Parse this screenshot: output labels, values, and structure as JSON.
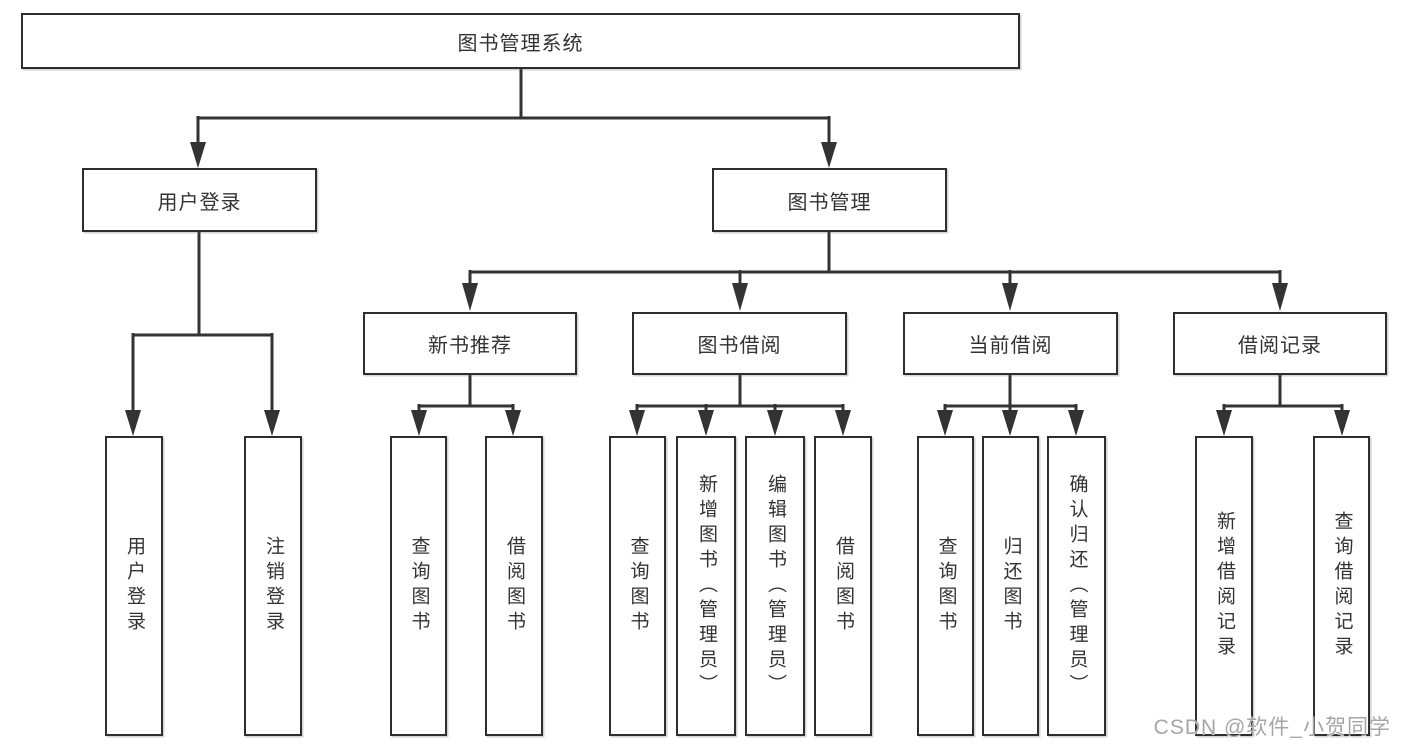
{
  "diagram": {
    "type": "hierarchy-tree",
    "tree": {
      "root": {
        "label": "图书管理系统"
      },
      "children": [
        {
          "label": "用户登录",
          "children": [
            {
              "label": "用户登录"
            },
            {
              "label": "注销登录"
            }
          ]
        },
        {
          "label": "图书管理",
          "children": [
            {
              "label": "新书推荐",
              "children": [
                {
                  "label": "查询图书"
                },
                {
                  "label": "借阅图书"
                }
              ]
            },
            {
              "label": "图书借阅",
              "children": [
                {
                  "label": "查询图书"
                },
                {
                  "label": "新增图书（管理员）"
                },
                {
                  "label": "编辑图书（管理员）"
                },
                {
                  "label": "借阅图书"
                }
              ]
            },
            {
              "label": "当前借阅",
              "children": [
                {
                  "label": "查询图书"
                },
                {
                  "label": "归还图书"
                },
                {
                  "label": "确认归还（管理员）"
                }
              ]
            },
            {
              "label": "借阅记录",
              "children": [
                {
                  "label": "新增借阅记录"
                },
                {
                  "label": "查询借阅记录"
                }
              ]
            }
          ]
        }
      ]
    }
  },
  "watermark": {
    "text": "CSDN @软件_小贺同学"
  },
  "colors": {
    "background": "#ffffff",
    "box_border": "#2e2e2e",
    "line": "#333333",
    "text": "#333333",
    "watermark": "#a6a6a6"
  }
}
